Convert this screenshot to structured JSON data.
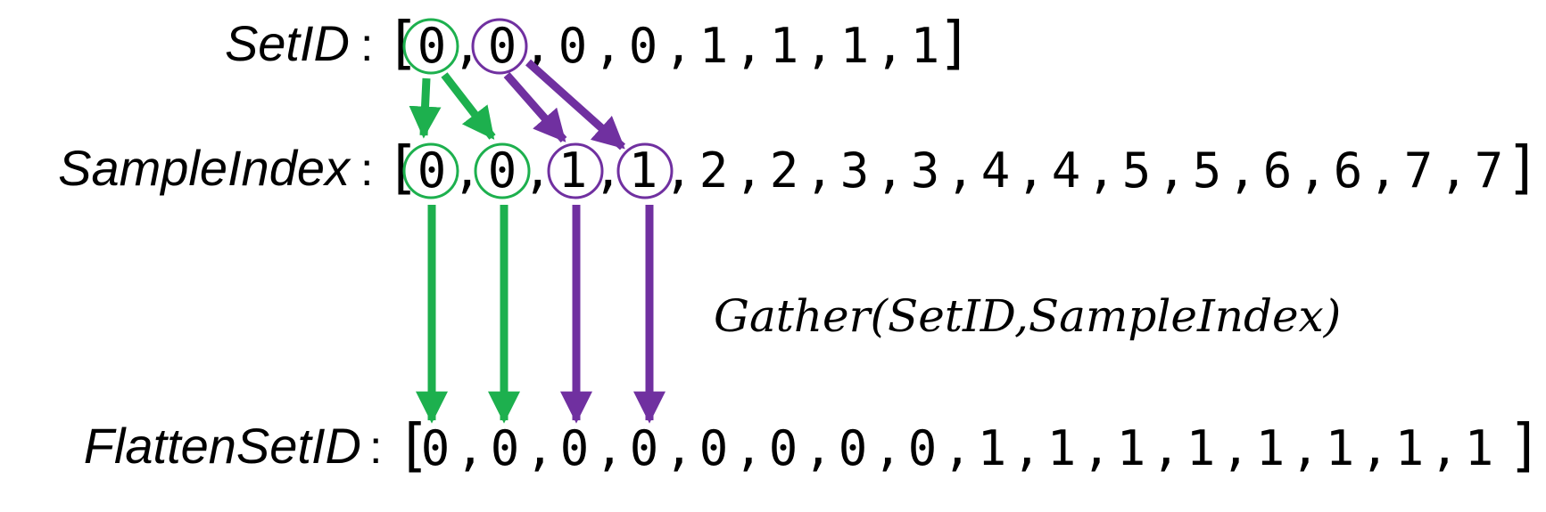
{
  "rows": {
    "set_id": {
      "label": "SetID",
      "colon": ":",
      "open_bracket": "[",
      "close_bracket": "]",
      "values": [
        "0",
        "0",
        "0",
        "0",
        "1",
        "1",
        "1",
        "1"
      ]
    },
    "sample_index": {
      "label": "SampleIndex",
      "colon": ":",
      "open_bracket": "[",
      "close_bracket": "]",
      "values": [
        "0",
        "0",
        "1",
        "1",
        "2",
        "2",
        "3",
        "3",
        "4",
        "4",
        "5",
        "5",
        "6",
        "6",
        "7",
        "7"
      ]
    },
    "flatten_set_id": {
      "label": "FlattenSetID",
      "colon": ":",
      "open_bracket": "[",
      "close_bracket": "]",
      "values": [
        "0",
        "0",
        "0",
        "0",
        "0",
        "0",
        "0",
        "0",
        "1",
        "1",
        "1",
        "1",
        "1",
        "1",
        "1",
        "1"
      ]
    }
  },
  "formula": "Gather(SetID,SampleIndex)",
  "colors": {
    "green": "#1db04e",
    "purple": "#7030a0",
    "text": "#000000"
  }
}
